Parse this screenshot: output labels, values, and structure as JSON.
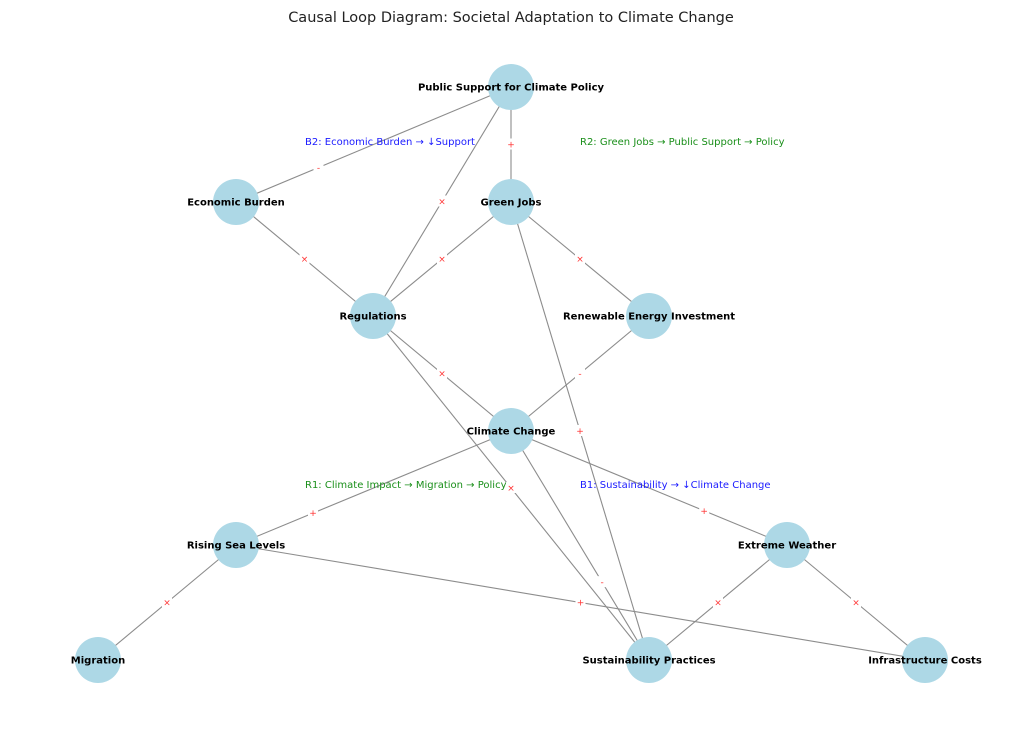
{
  "title": "Causal Loop Diagram: Societal Adaptation to Climate Change",
  "colors": {
    "node_fill": "#add8e6",
    "edge": "#8c8c8c",
    "polarity": "#ff3333",
    "reinforcing_loop": "#1a8f1a",
    "balancing_loop": "#1a1aff"
  },
  "nodes": [
    {
      "id": "public_support",
      "label": "Public Support for Climate Policy"
    },
    {
      "id": "economic_burden",
      "label": "Economic Burden"
    },
    {
      "id": "green_jobs",
      "label": "Green Jobs"
    },
    {
      "id": "regulations",
      "label": "Regulations"
    },
    {
      "id": "renewable",
      "label": "Renewable Energy Investment"
    },
    {
      "id": "climate_change",
      "label": "Climate Change"
    },
    {
      "id": "rising_sea",
      "label": "Rising Sea Levels"
    },
    {
      "id": "extreme_weather",
      "label": "Extreme Weather"
    },
    {
      "id": "migration",
      "label": "Migration"
    },
    {
      "id": "sustainability",
      "label": "Sustainability Practices"
    },
    {
      "id": "infrastructure",
      "label": "Infrastructure Costs"
    }
  ],
  "edges": [
    {
      "source": "public_support",
      "target": "economic_burden",
      "polarity": "-"
    },
    {
      "source": "public_support",
      "target": "green_jobs",
      "polarity": "+"
    },
    {
      "source": "public_support",
      "target": "regulations",
      "polarity": "×"
    },
    {
      "source": "economic_burden",
      "target": "regulations",
      "polarity": "×"
    },
    {
      "source": "green_jobs",
      "target": "regulations",
      "polarity": "×"
    },
    {
      "source": "green_jobs",
      "target": "renewable",
      "polarity": "×"
    },
    {
      "source": "green_jobs",
      "target": "sustainability",
      "polarity": "+"
    },
    {
      "source": "regulations",
      "target": "climate_change",
      "polarity": "×"
    },
    {
      "source": "regulations",
      "target": "sustainability",
      "polarity": "×"
    },
    {
      "source": "renewable",
      "target": "climate_change",
      "polarity": "-"
    },
    {
      "source": "climate_change",
      "target": "rising_sea",
      "polarity": "+"
    },
    {
      "source": "climate_change",
      "target": "extreme_weather",
      "polarity": "+"
    },
    {
      "source": "climate_change",
      "target": "sustainability",
      "polarity": "-"
    },
    {
      "source": "rising_sea",
      "target": "migration",
      "polarity": "×"
    },
    {
      "source": "rising_sea",
      "target": "infrastructure",
      "polarity": "+"
    },
    {
      "source": "extreme_weather",
      "target": "sustainability",
      "polarity": "×"
    },
    {
      "source": "extreme_weather",
      "target": "infrastructure",
      "polarity": "×"
    }
  ],
  "loops": [
    {
      "id": "B2",
      "label": "B2: Economic Burden → ↓Support",
      "type": "balancing"
    },
    {
      "id": "R2",
      "label": "R2: Green Jobs → Public Support → Policy",
      "type": "reinforcing"
    },
    {
      "id": "R1",
      "label": "R1: Climate Impact → Migration → Policy",
      "type": "reinforcing"
    },
    {
      "id": "B1",
      "label": "B1: Sustainability → ↓Climate Change",
      "type": "balancing"
    }
  ]
}
